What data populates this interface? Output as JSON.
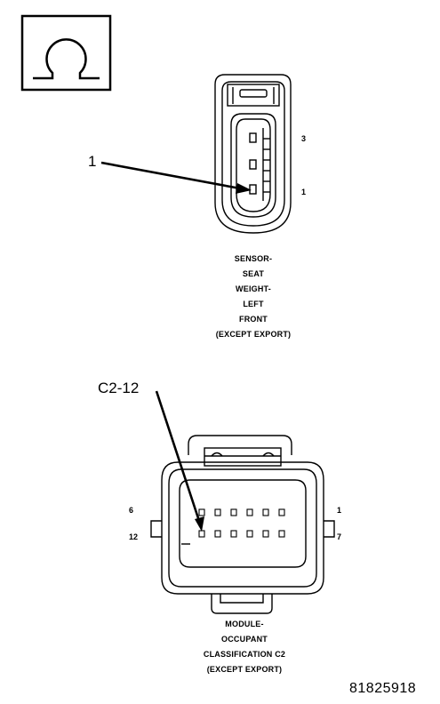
{
  "symbol": {
    "icon": "ohm-symbol-icon"
  },
  "connector_top": {
    "callout": "1",
    "pin_top": "3",
    "pin_bottom": "1",
    "caption": [
      "SENSOR-",
      "SEAT",
      "WEIGHT-",
      "LEFT",
      "FRONT",
      "(EXCEPT EXPORT)"
    ]
  },
  "connector_bottom": {
    "callout": "C2-12",
    "pin_top_left": "6",
    "pin_top_right": "1",
    "pin_bottom_left": "12",
    "pin_bottom_right": "7",
    "caption": [
      "MODULE-",
      "OCCUPANT",
      "CLASSIFICATION C2",
      "(EXCEPT EXPORT)"
    ]
  },
  "figure_id": "81825918"
}
